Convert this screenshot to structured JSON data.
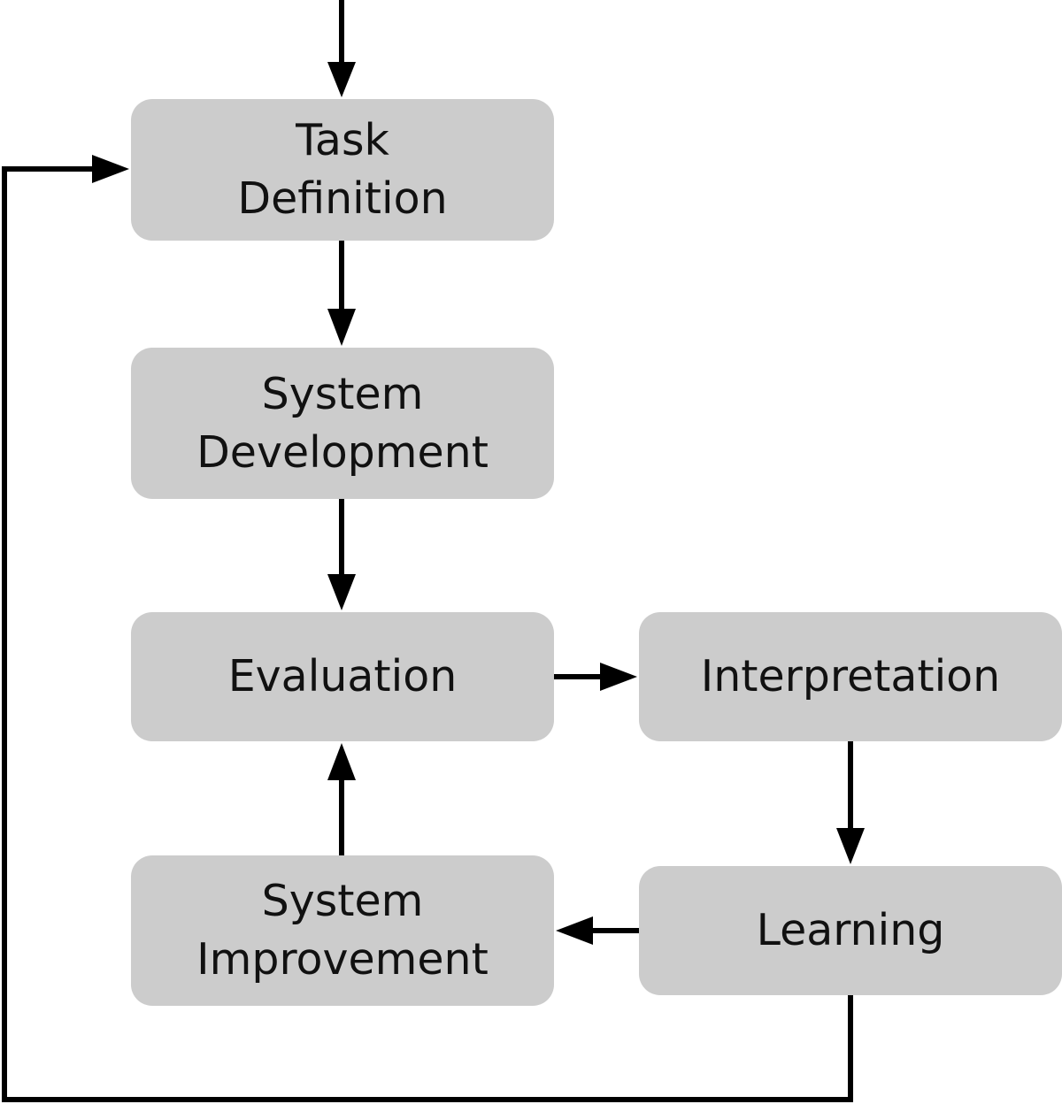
{
  "diagram": {
    "nodes": {
      "task_definition": {
        "lines": [
          "Task",
          "Definition"
        ]
      },
      "system_development": {
        "lines": [
          "System",
          "Development"
        ]
      },
      "evaluation": {
        "lines": [
          "Evaluation"
        ]
      },
      "interpretation": {
        "lines": [
          "Interpretation"
        ]
      },
      "system_improvement": {
        "lines": [
          "System",
          "Improvement"
        ]
      },
      "learning": {
        "lines": [
          "Learning"
        ]
      }
    },
    "edges": [
      {
        "from": "entry",
        "to": "task_definition"
      },
      {
        "from": "task_definition",
        "to": "system_development"
      },
      {
        "from": "system_development",
        "to": "evaluation"
      },
      {
        "from": "evaluation",
        "to": "interpretation"
      },
      {
        "from": "interpretation",
        "to": "learning"
      },
      {
        "from": "learning",
        "to": "system_improvement"
      },
      {
        "from": "system_improvement",
        "to": "evaluation"
      },
      {
        "from": "learning",
        "to": "task_definition"
      }
    ],
    "colors": {
      "node_fill": "#cccccc",
      "edge": "#000000",
      "text": "#111111"
    }
  }
}
